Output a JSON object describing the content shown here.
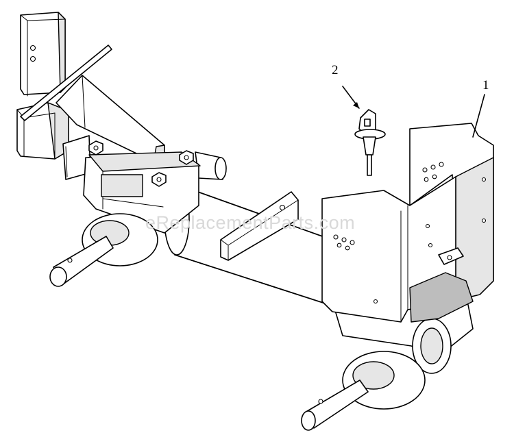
{
  "diagram": {
    "callouts": [
      {
        "label": "1",
        "part": "cutter-housing-shield"
      },
      {
        "label": "2",
        "part": "grease-fitting-pin"
      }
    ],
    "watermark": "eReplacementParts.com"
  }
}
